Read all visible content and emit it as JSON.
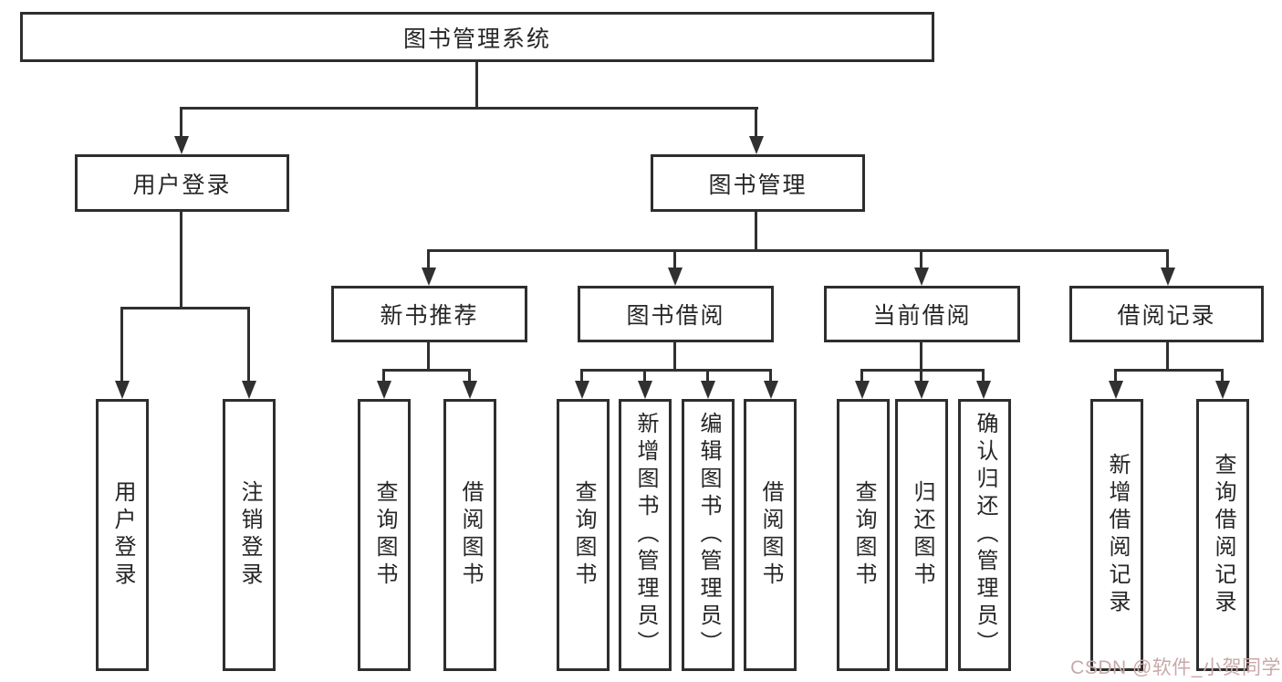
{
  "diagram_title": "图书管理系统",
  "tree": {
    "label": "图书管理系统",
    "children": [
      {
        "label": "用户登录",
        "children": [
          {
            "label": "用户登录"
          },
          {
            "label": "注销登录"
          }
        ]
      },
      {
        "label": "图书管理",
        "children": [
          {
            "label": "新书推荐",
            "children": [
              {
                "label": "查询图书"
              },
              {
                "label": "借阅图书"
              }
            ]
          },
          {
            "label": "图书借阅",
            "children": [
              {
                "label": "查询图书"
              },
              {
                "label": "新增图书（管理员）"
              },
              {
                "label": "编辑图书（管理员）"
              },
              {
                "label": "借阅图书"
              }
            ]
          },
          {
            "label": "当前借阅",
            "children": [
              {
                "label": "查询图书"
              },
              {
                "label": "归还图书"
              },
              {
                "label": "确认归还（管理员）"
              }
            ]
          },
          {
            "label": "借阅记录",
            "children": [
              {
                "label": "新增借阅记录"
              },
              {
                "label": "查询借阅记录"
              }
            ]
          }
        ]
      }
    ]
  },
  "watermark": {
    "text": "CSDN @软件_小贺同学"
  },
  "colors": {
    "line": "#303030",
    "box_border": "#2e2e2e",
    "text": "#262626",
    "background": "#ffffff",
    "watermark": "#c9a8a8"
  }
}
